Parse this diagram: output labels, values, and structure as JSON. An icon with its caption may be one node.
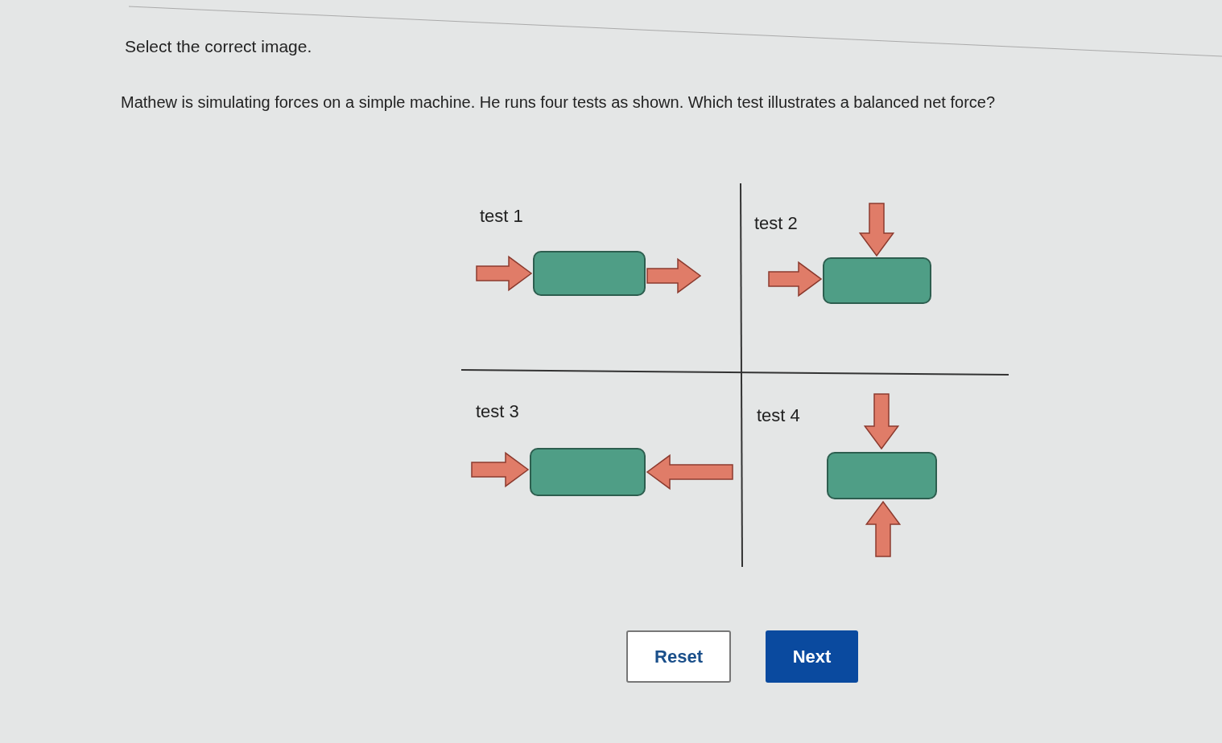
{
  "diagram": {
    "title": "Select the correct image.",
    "nodes": [
      {
        "text": [],
        "shape": "box",
        "beside": [
          "test 1"
        ]
      },
      {
        "text": [],
        "shape": "box",
        "beside": [
          "test 2"
        ]
      },
      {
        "text": [],
        "shape": "box",
        "beside": [
          "test 3"
        ]
      },
      {
        "text": [],
        "shape": "box",
        "beside": [
          "test 4"
        ]
      }
    ],
    "edges": [],
    "labels": [
      "Mathew is simulating forces on a simple machine. He runs four tests as shown. Which test illustrates a balanced net force?",
      "Reset",
      "Next"
    ]
  }
}
